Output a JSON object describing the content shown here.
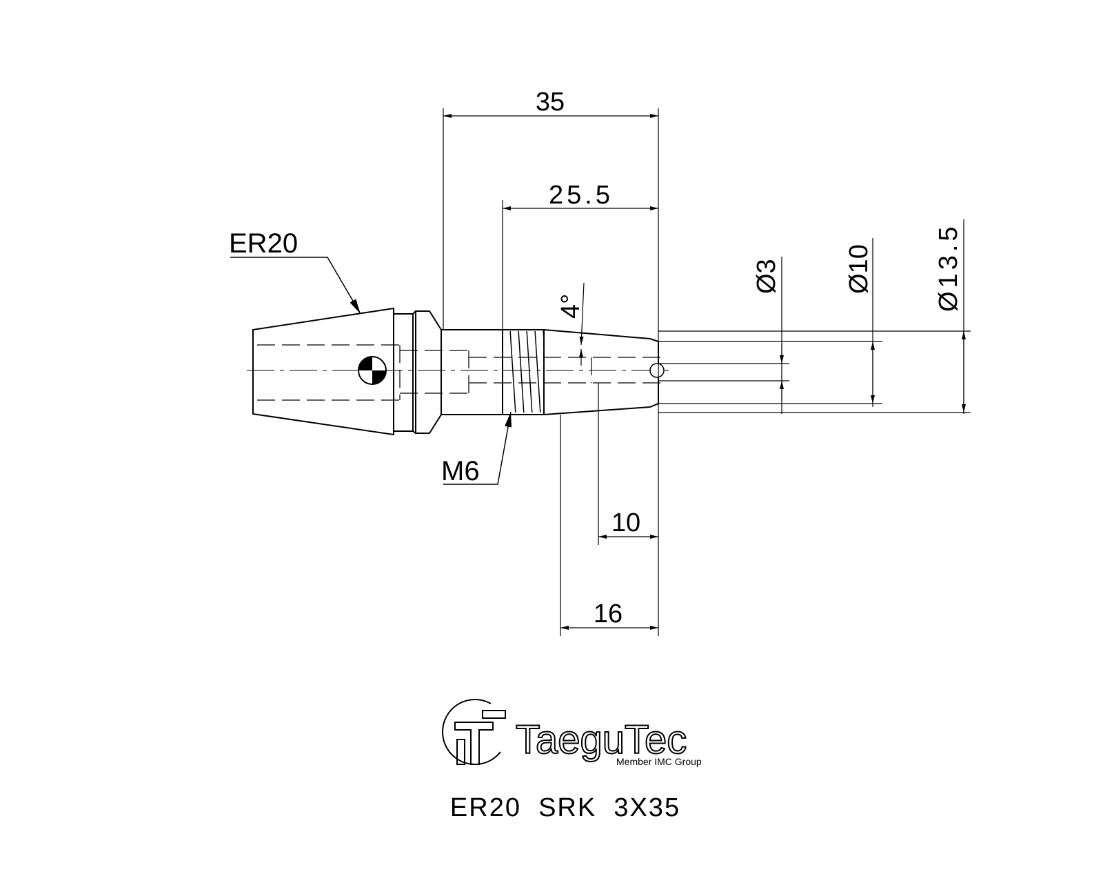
{
  "dimensions": {
    "overall_length": "35",
    "threaded_length": "25.5",
    "taper_angle": "4°",
    "bore_diameter": "Ø3",
    "nose_diameter": "Ø10",
    "body_diameter": "Ø13.5",
    "bore_depth": "10",
    "taper_length": "16"
  },
  "callouts": {
    "collet_type": "ER20",
    "thread": "M6"
  },
  "logo": {
    "brand": "TaeguTec",
    "tagline": "Member IMC Group"
  },
  "caption": "ER20  SRK  3X35"
}
